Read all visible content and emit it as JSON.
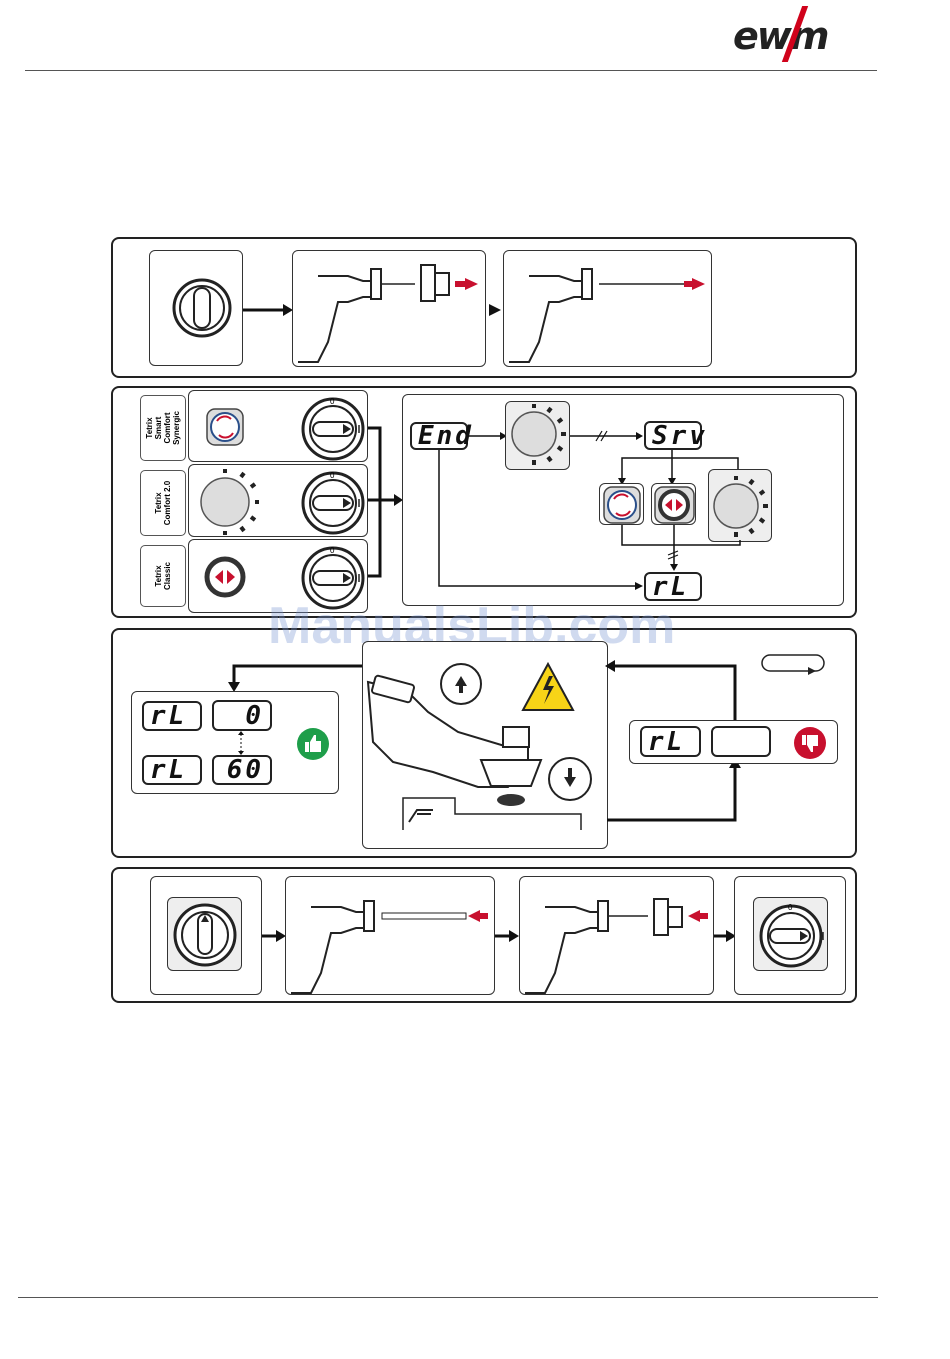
{
  "header": {
    "logo_text": "ewm"
  },
  "section2": {
    "labels": [
      "Tetrix\nSmart\nComfort\nSynergic",
      "Tetrix\nComfort 2.0",
      "Tetrix\nClassic"
    ],
    "lcd_end": "End",
    "lcd_svc": "Srv",
    "lcd_rl": "rL"
  },
  "section3": {
    "lcd_rl_1": "rL",
    "lcd_val_1": "0",
    "lcd_rl_2": "rL",
    "lcd_val_2": "60",
    "lcd_rl_3": "rL",
    "lcd_val_3": ""
  },
  "watermark": "ManualsLib.com",
  "colors": {
    "accent_red": "#c8102e",
    "ok_green": "#1e9e4a",
    "warning_yellow": "#f7d417"
  }
}
